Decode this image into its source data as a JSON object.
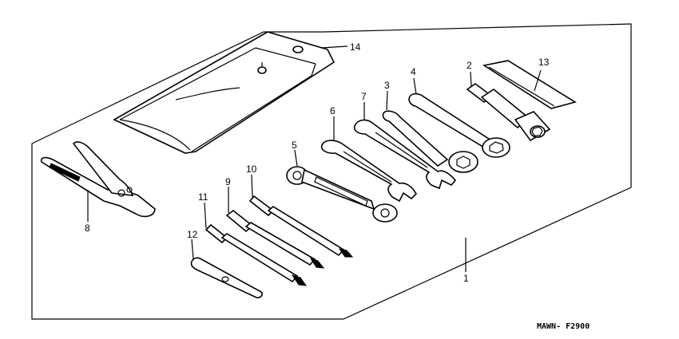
{
  "diagram": {
    "diagram_code": "MAWN- F2900",
    "callouts": [
      {
        "id": "1",
        "number": "1"
      },
      {
        "id": "2",
        "number": "2"
      },
      {
        "id": "3",
        "number": "3"
      },
      {
        "id": "4",
        "number": "4"
      },
      {
        "id": "5",
        "number": "5"
      },
      {
        "id": "6",
        "number": "6"
      },
      {
        "id": "7",
        "number": "7"
      },
      {
        "id": "8",
        "number": "8"
      },
      {
        "id": "9",
        "number": "9"
      },
      {
        "id": "10",
        "number": "10"
      },
      {
        "id": "11",
        "number": "11"
      },
      {
        "id": "12",
        "number": "12"
      },
      {
        "id": "13",
        "number": "13"
      },
      {
        "id": "14",
        "number": "14"
      }
    ]
  }
}
